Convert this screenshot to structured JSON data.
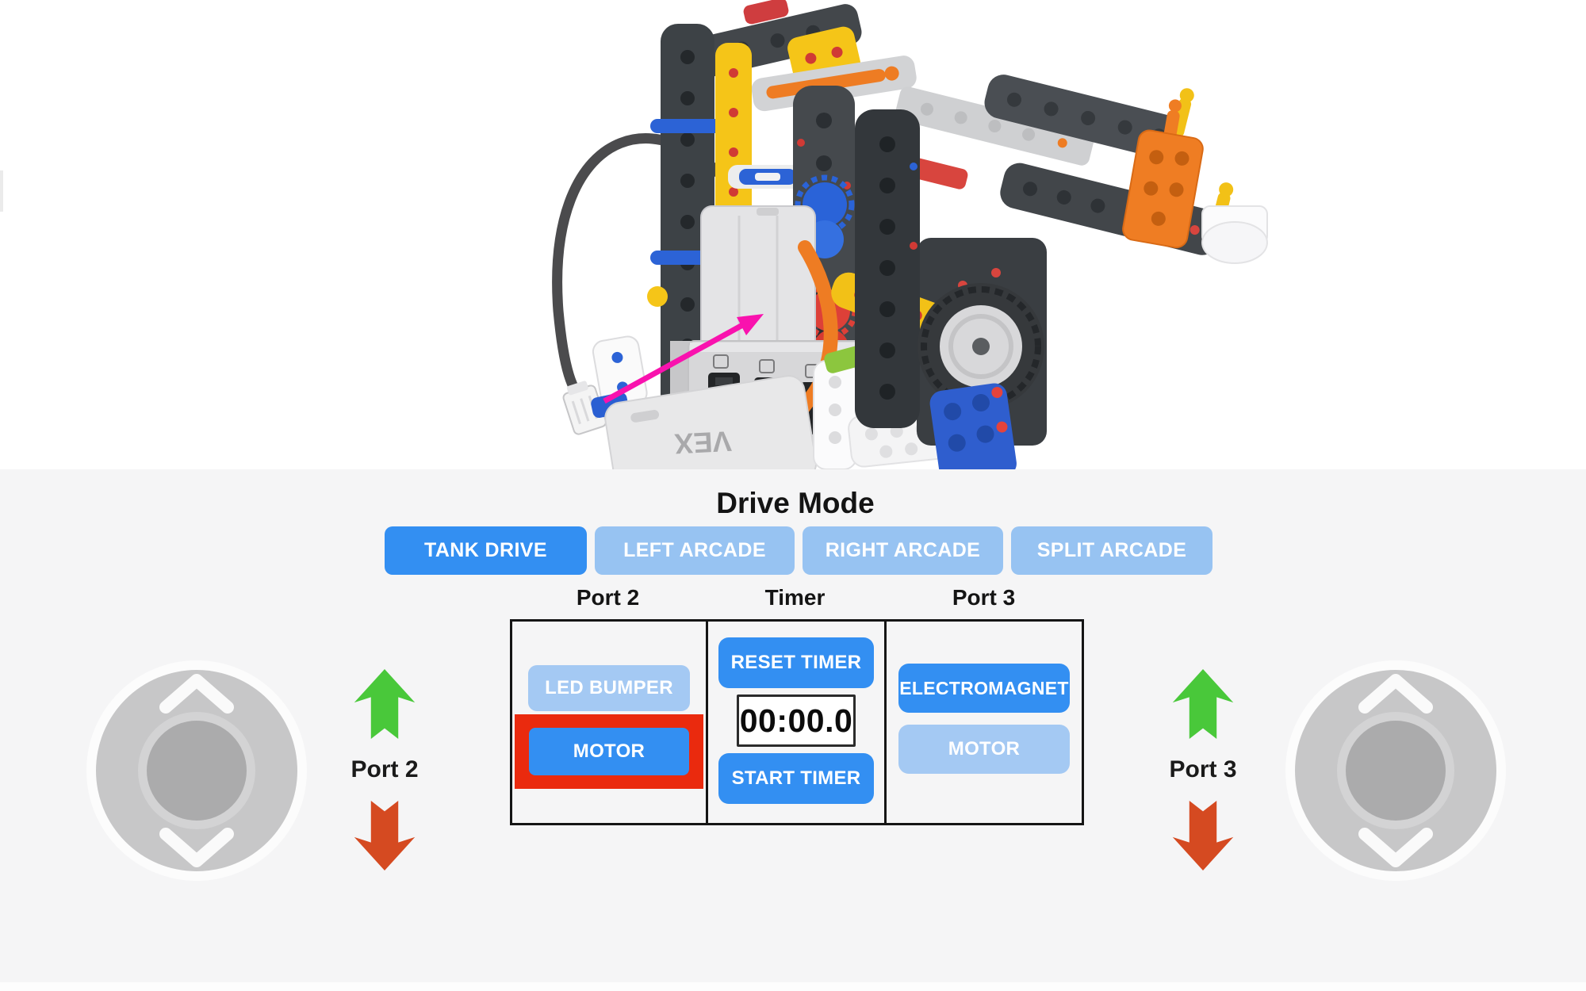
{
  "robot_figure": {
    "description": "VEX IQ robot build; a black smart cable with white connector sits at lower left and a magenta arrow points from the connector to a smart port on the robot brain",
    "brand_text": "VEX",
    "arrow_color": "#f912ae"
  },
  "controller": {
    "title": "Drive Mode",
    "tabs": [
      {
        "label": "TANK DRIVE"
      },
      {
        "label": "LEFT ARCADE"
      },
      {
        "label": "RIGHT ARCADE"
      },
      {
        "label": "SPLIT ARCADE"
      }
    ],
    "active_tab": "TANK DRIVE",
    "column_headers": [
      "Port 2",
      "Timer",
      "Port 3"
    ],
    "port2_column": {
      "buttons": [
        {
          "label": "LED BUMPER",
          "state": "inactive"
        },
        {
          "label": "MOTOR",
          "state": "active",
          "highlighted": true
        }
      ]
    },
    "timer_column": {
      "reset_label": "RESET TIMER",
      "display_value": "00:00.0",
      "start_label": "START TIMER"
    },
    "port3_column": {
      "buttons": [
        {
          "label": "ELECTROMAGNET",
          "state": "active"
        },
        {
          "label": "MOTOR",
          "state": "inactive"
        }
      ]
    },
    "left_joystick_label": "Port 2",
    "right_joystick_label": "Port 3",
    "colors": {
      "active_blue": "#338ff2",
      "inactive_blue": "#a4c9f3",
      "tab_inactive_blue": "#97c3f2",
      "highlight_red": "#ea2a0e",
      "up_arrow_green": "#49c83a",
      "down_arrow_red": "#d54a21",
      "panel_background": "#f5f5f6"
    }
  }
}
